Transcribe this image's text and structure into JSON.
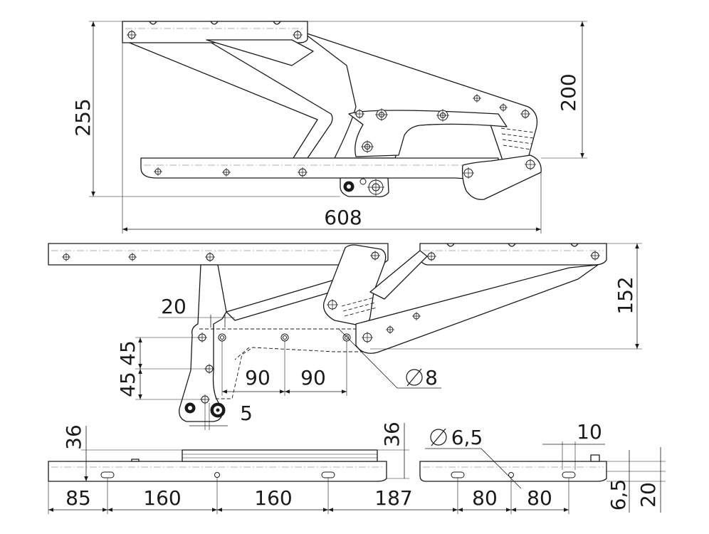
{
  "drawing": {
    "colors": {
      "line": "#1a1a1a",
      "centerline": "#9a9a9a",
      "background": "#ffffff"
    },
    "view_top": {
      "height_total": "255",
      "height_arm": "200",
      "length": "608"
    },
    "view_middle": {
      "offset_top": "20",
      "pitch_vertical_1": "45",
      "pitch_vertical_2": "45",
      "pitch_horizontal_1": "90",
      "pitch_horizontal_2": "90",
      "offset_small": "5",
      "hole_diameter": "8",
      "height": "152"
    },
    "view_bottom": {
      "left_height": "36",
      "right_height": "36",
      "slot_hole_diameter": "6,5",
      "spacing_1": "85",
      "spacing_2": "160",
      "spacing_3": "160",
      "spacing_4": "187",
      "spacing_5": "80",
      "spacing_6": "80",
      "slot_offset": "10",
      "side_height_1": "6,5",
      "side_height_2": "20"
    }
  }
}
